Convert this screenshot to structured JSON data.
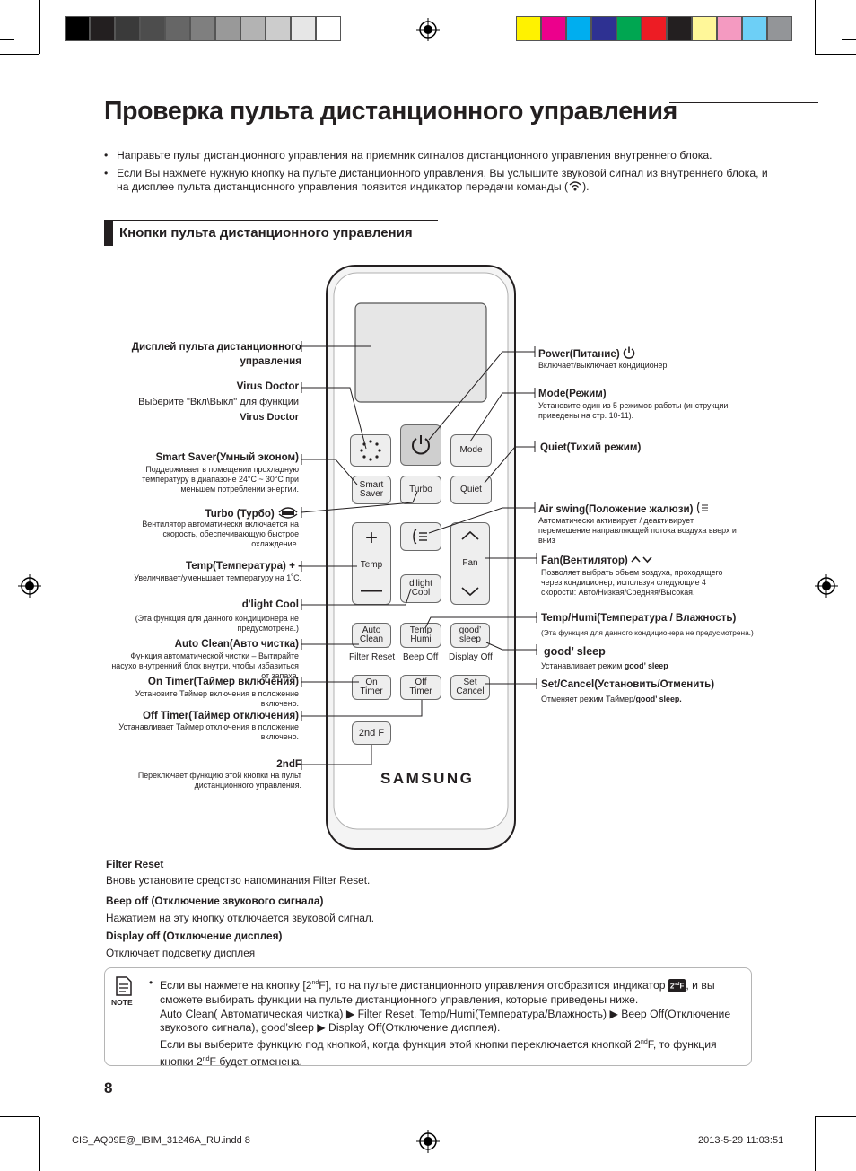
{
  "header": {
    "title": "Проверка пульта дистанционного управления",
    "bullets": [
      "Направьте пульт дистанционного управления на приемник сигналов дистанционного управления внутреннего блока.",
      "Если Вы нажмете нужную кнопку на пульте дистанционного управления, Вы услышите звуковой сигнал из внутреннего блока, и на дисплее пульта дистанционного управления появится индикатор передачи команды (",
      ")."
    ]
  },
  "section": {
    "title": "Кнопки пульта дистанционного управления"
  },
  "left_labels": {
    "display": "Дисплей пульта дистанционного управления",
    "virus_title": "Virus Doctor",
    "virus_desc": "Выберите \"Вкл\\Выкл\" для функции",
    "virus_desc2": "Virus Doctor",
    "smart_title": "Smart Saver(Умный эконом)",
    "smart_desc": "Поддерживает в помещении прохладную температуру в диапазоне 24°C ~ 30°C при меньшем потреблении энергии.",
    "turbo_title": "Turbo (Турбо)",
    "turbo_desc": "Вентилятор автоматически включается на скорость, обеспечивающую быстрое охлаждение.",
    "temp_title": "Temp(Температура) + -",
    "temp_desc": "Увеличивает/уменьшает температуру на 1˚C.",
    "dlight_title": "d'light Cool",
    "dlight_desc": "(Эта функция для данного кондиционера не предусмотрена.)",
    "autoclean_title": "Auto Clean(Авто чистка)",
    "autoclean_desc": "Функция автоматической чистки – Вытирайте насухо внутренний блок внутри, чтобы избавиться от запаха.",
    "ontimer_title": "On Timer(Таймер включения)",
    "ontimer_desc": "Установите Таймер включения в положение включено.",
    "offtimer_title": "Off Timer(Таймер отключения)",
    "offtimer_desc": "Устанавливает Таймер отключения в положение включено.",
    "second_title": "2ndF",
    "second_desc": "Переключает функцию этой кнопки на пульт дистанционного управления."
  },
  "right_labels": {
    "power_title": "Power(Питание)",
    "power_desc": "Включает/выключает кондиционер",
    "mode_title": "Mode(Режим)",
    "mode_desc": "Установите один из 5 режимов работы (инструкции приведены на стр. 10-11).",
    "quiet_title": "Quiet(Тихий режим)",
    "swing_title": "Air swing(Положение жалюзи)",
    "swing_desc": "Автоматически активирует / деактивирует перемещение направляющей потока воздуха вверх и вниз",
    "fan_title": "Fan(Вентилятор)",
    "fan_desc": "Позволяет выбрать объем воздуха, проходящего через кондиционер, используя следующие 4 скорости: Авто/Низкая/Средняя/Высокая.",
    "temphumi_title": "Temp/Humi(Температура / Влажность)",
    "temphumi_desc": "(Эта функция для данного кондиционера не предусмотрена.)",
    "goodsleep_title": "good’ sleep",
    "goodsleep_desc": "Устанавливает режим",
    "goodsleep_desc2": "good’ sleep",
    "setcancel_title": "Set/Cancel(Установить/Отменить)",
    "setcancel_desc": "Отменяет режим Таймер/",
    "setcancel_desc2": "good’ sleep."
  },
  "remote": {
    "brand": "SAMSUNG",
    "mode": "Mode",
    "smart_saver": "Smart\nSaver",
    "turbo": "Turbo",
    "quiet": "Quiet",
    "temp": "Temp",
    "fan": "Fan",
    "dlight": "d'light\nCool",
    "auto_clean": "Auto\nClean",
    "temp_humi": "Temp\nHumi",
    "good_sleep": "good’\nsleep",
    "filter_reset": "Filter Reset",
    "beep_off": "Beep Off",
    "display_off": "Display Off",
    "on_timer": "On\nTimer",
    "off_timer": "Off\nTimer",
    "set_cancel": "Set\nCancel",
    "second_f": "2nd F"
  },
  "body": {
    "filter_title": "Filter Reset",
    "filter_text": "Вновь установите средство напоминания Filter Reset.",
    "beep_title": "Beep off (Отключение звукового сигнала)",
    "beep_text": "Нажатием на эту кнопку отключается звуковой сигнал.",
    "display_title": "Display off  (Отключение дисплея)",
    "display_text": "Отключает подсветку дисплея"
  },
  "note": {
    "label": "NOTE",
    "line1a": "Если вы нажмете на кнопку [2",
    "line1b": "F], то на пульте дистанционного управления отобразится индикатор",
    "line1c": ", и вы сможете выбирать функции на пульте дистанционного управления, которые приведены ниже.",
    "line2": "Auto Clean( Автоматическая чистка) ▶ Filter Reset, Temp/Humi(Температура/Влажность) ▶ Beep Off(Отключение звукового сигнала), good’sleep ▶ Display Off(Отключение дисплея).",
    "line3a": "Если вы выберите функцию под кнопкой, когда функция этой кнопки переключается кнопкой 2",
    "line3b": "F, то функция кнопки 2",
    "line3c": "F будет отменена."
  },
  "footer": {
    "page_number": "8",
    "file": "CIS_AQ09E@_IBIM_31246A_RU.indd   8",
    "date": "2013-5-29   11:03:51"
  },
  "colors": {
    "gray_bar": [
      "#000000",
      "#231f20",
      "#3a3a3a",
      "#4d4d4d",
      "#666666",
      "#7f7f7f",
      "#999999",
      "#b3b3b3",
      "#cccccc",
      "#e6e6e6",
      "#ffffff"
    ],
    "color_bar": [
      "#fff200",
      "#ec008c",
      "#00aeef",
      "#2e3192",
      "#00a651",
      "#ed1c24",
      "#231f20",
      "#fff799",
      "#f49ac1",
      "#6dcff6",
      "#939598"
    ]
  }
}
